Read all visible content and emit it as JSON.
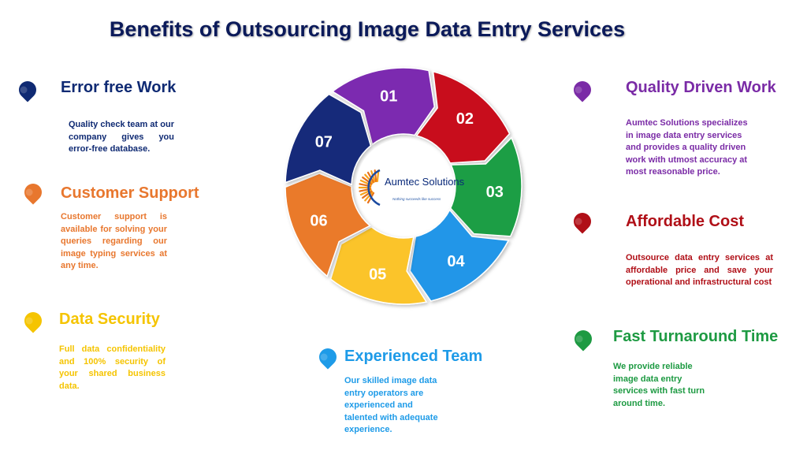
{
  "title": "Benefits of Outsourcing Image Data Entry Services",
  "logo": {
    "name": "Aumtec Solutions",
    "tagline": "Nothing succeeds like success"
  },
  "steps": [
    {
      "num": "01",
      "color": "#7b2bb0"
    },
    {
      "num": "02",
      "color": "#c8101c"
    },
    {
      "num": "03",
      "color": "#1f9e45"
    },
    {
      "num": "04",
      "color": "#2196e8"
    },
    {
      "num": "05",
      "color": "#fbc42a"
    },
    {
      "num": "06",
      "color": "#ea7a2c"
    },
    {
      "num": "07",
      "color": "#142a7a"
    }
  ],
  "benefits": [
    {
      "title": "Error free Work",
      "color": "#0f2a73",
      "text": "Quality check team at our company gives you error-free database."
    },
    {
      "title": "Customer Support",
      "color": "#e8772e",
      "text": "Customer support is available for solving your queries regarding our image typing services at any time."
    },
    {
      "title": "Data Security",
      "color": "#f5c400",
      "text": "Full data confidentiality and 100% security of your shared business data."
    },
    {
      "title": "Experienced Team",
      "color": "#1e9be8",
      "text": "Our skilled image data entry operators are experienced and talented with adequate experience."
    },
    {
      "title": "Quality Driven Work",
      "color": "#7a2ba6",
      "text": "Aumtec Solutions specializes in image data entry services and provides a quality driven work with utmost accuracy at most reasonable price."
    },
    {
      "title": "Affordable Cost",
      "color": "#b00f17",
      "text": "Outsource data entry services at affordable price and save your operational and infrastructural cost"
    },
    {
      "title": "Fast Turnaround Time",
      "color": "#1d9a42",
      "text": "We provide reliable image data entry services with fast turn around time."
    }
  ]
}
